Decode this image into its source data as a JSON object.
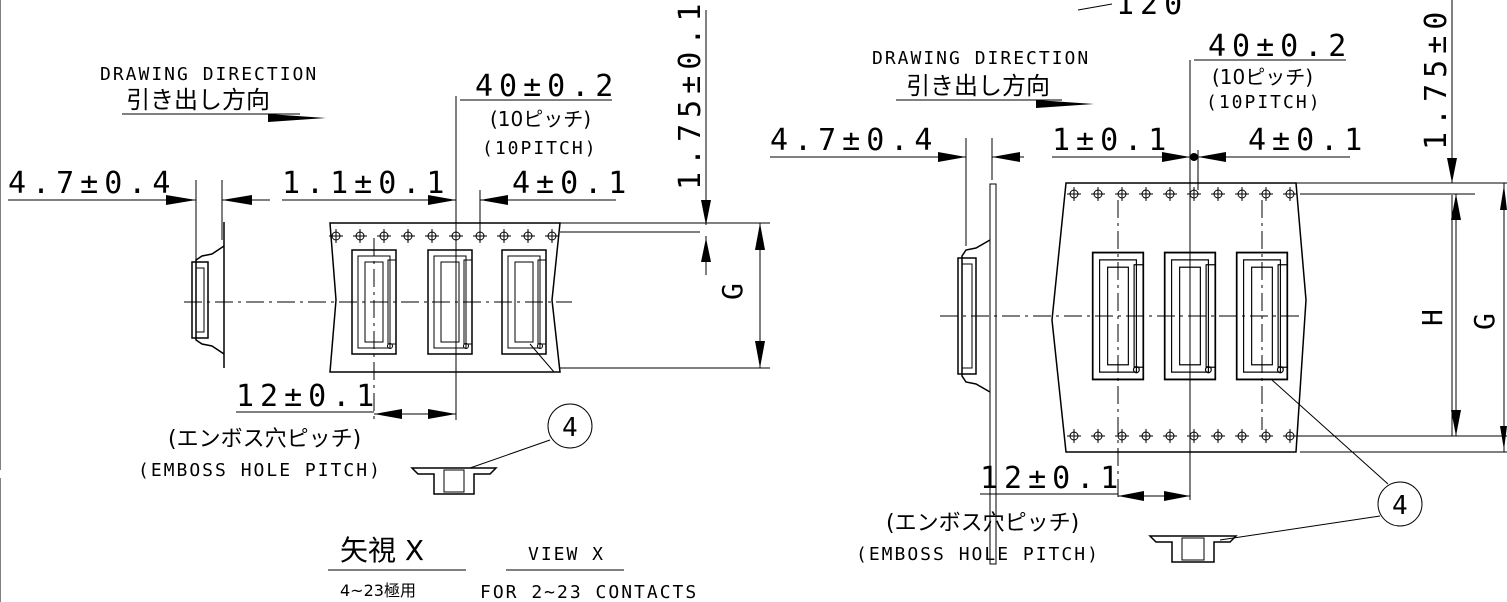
{
  "left_view": {
    "direction_en": "DRAWING DIRECTION",
    "direction_jp": "引き出し方向",
    "dim_pitch10": "40±0.2",
    "pitch10_jp": "(10ピッチ)",
    "pitch10_en": "(10PITCH)",
    "dim_vertical": "1.75±0.1",
    "dim_left": "4.7±0.4",
    "dim_hole_offset": "1.1±0.1",
    "dim_hole_pitch": "4±0.1",
    "dim_height_label": "G",
    "dim_emboss": "12±0.1",
    "emboss_jp": "(エンボス穴ピッチ)",
    "emboss_en": "(EMBOSS HOLE PITCH)",
    "callout": "4",
    "view_jp": "矢視 X",
    "view_en": "VIEW X",
    "contacts_jp": "4~23極用",
    "contacts_en": "FOR 2~23 CONTACTS"
  },
  "right_view": {
    "top_partial": "120",
    "direction_en": "DRAWING DIRECTION",
    "direction_jp": "引き出し方向",
    "dim_pitch10": "40±0.2",
    "pitch10_jp": "(10ピッチ)",
    "pitch10_en": "(10PITCH)",
    "dim_vertical": "1.75±0.",
    "dim_left": "4.7±0.4",
    "dim_hole_offset": "1±0.1",
    "dim_hole_pitch": "4±0.1",
    "dim_height_h": "H",
    "dim_height_g": "G",
    "dim_emboss": "12±0.1",
    "emboss_jp": "(エンボス穴ピッチ)",
    "emboss_en": "(EMBOSS HOLE PITCH)",
    "callout": "4"
  }
}
